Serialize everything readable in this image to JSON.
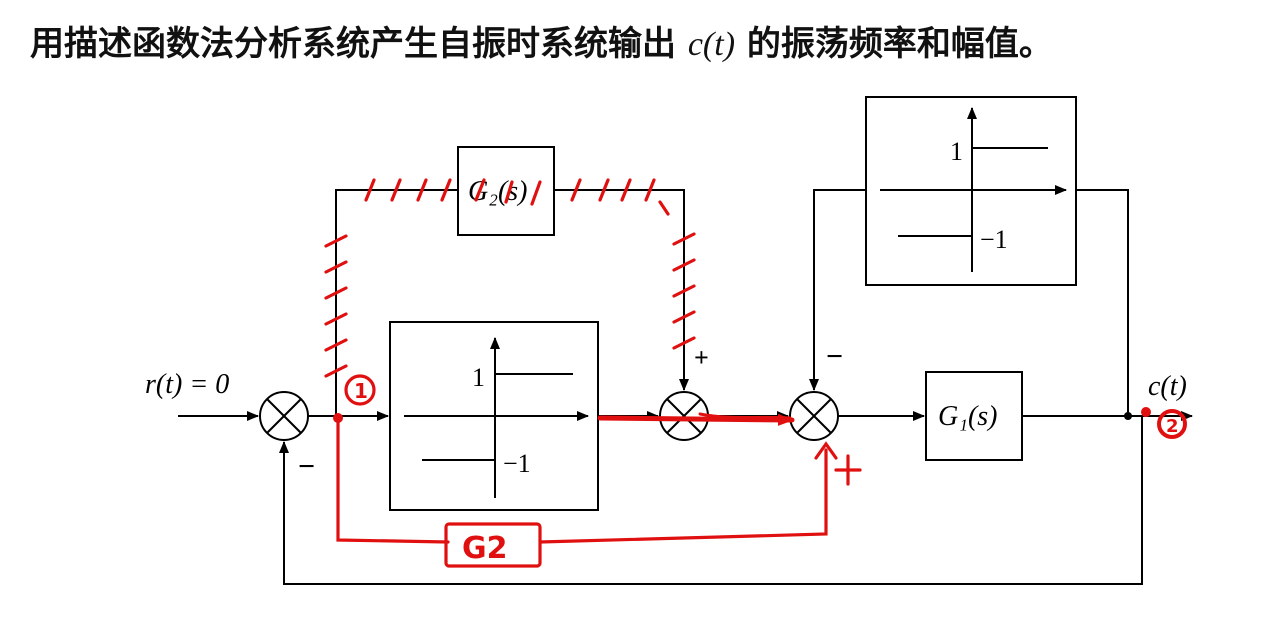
{
  "question": {
    "part1": "用描述函数法分析系统产生自振时系统输出",
    "math": "c(t)",
    "part2": "的振荡频率和幅值。"
  },
  "diagram": {
    "input_label": "r(t) = 0",
    "output_label": "c(t)",
    "g1_label": "G₁(s)",
    "g2_label": "G₂(s)",
    "relay_pos": "1",
    "relay_neg": "−1",
    "sign_minus": "−",
    "sign_plus": "+"
  },
  "annotations": {
    "node_1": "1",
    "node_2": "2",
    "g2_handwritten": "G2",
    "plus_mark": "+"
  },
  "colors": {
    "line": "#000000",
    "annotation": "#e01010"
  }
}
